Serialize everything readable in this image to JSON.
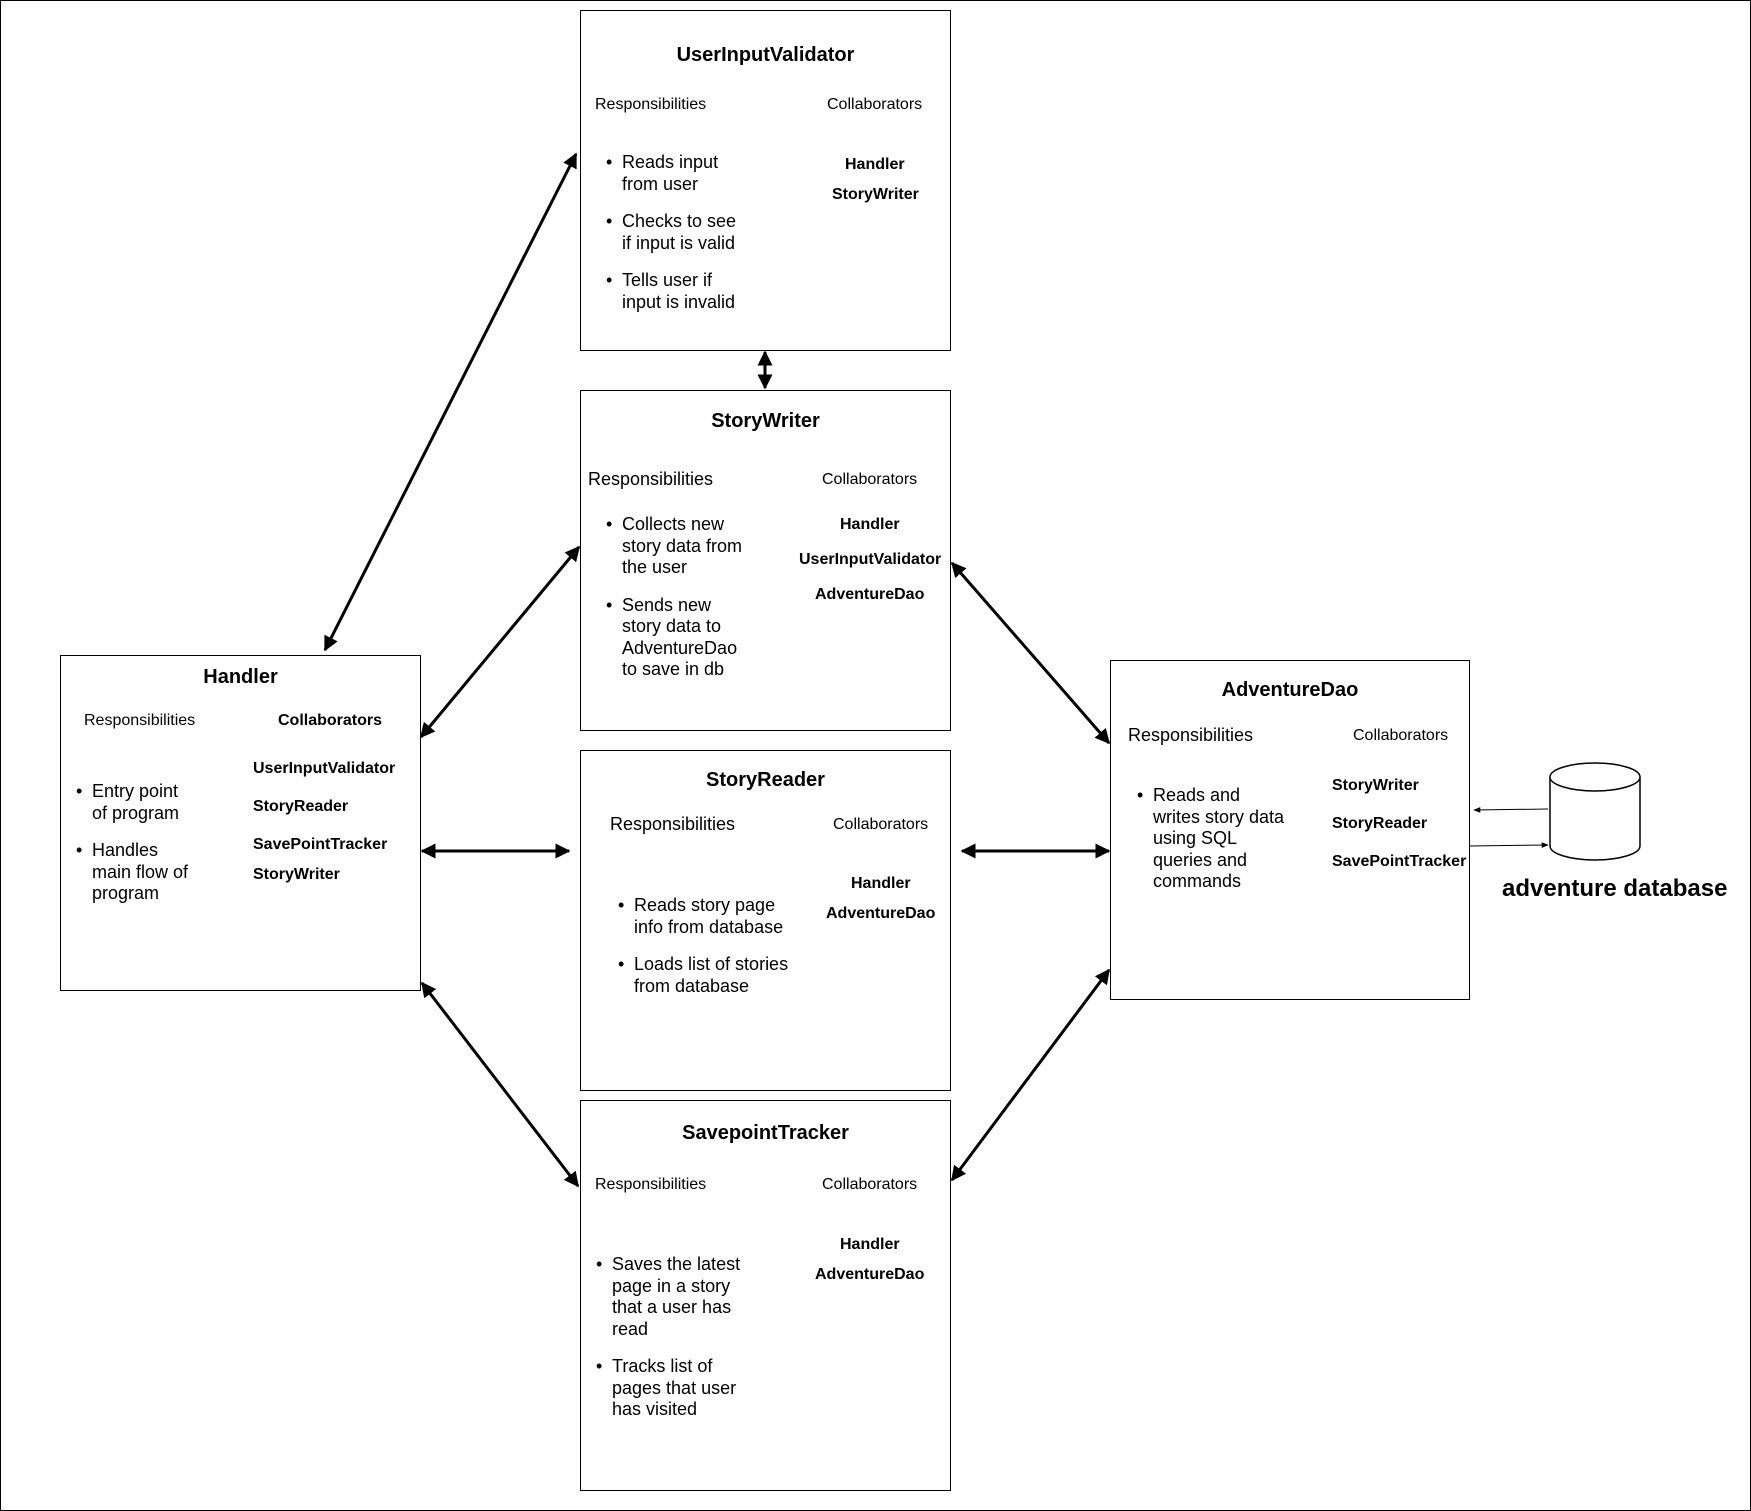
{
  "cards": {
    "user_input_validator": {
      "title": "UserInputValidator",
      "responsibilities_header": "Responsibilities",
      "collaborators_header": "Collaborators",
      "responsibilities": [
        "Reads input from user",
        "Checks to see if input is valid",
        "Tells user if input is invalid"
      ],
      "collaborators": [
        "Handler",
        "StoryWriter"
      ]
    },
    "story_writer": {
      "title": "StoryWriter",
      "responsibilities_header": "Responsibilities",
      "collaborators_header": "Collaborators",
      "responsibilities": [
        "Collects new story data from the user",
        "Sends new story data to AdventureDao to save in db"
      ],
      "collaborators": [
        "Handler",
        "UserInputValidator",
        "AdventureDao"
      ]
    },
    "story_reader": {
      "title": "StoryReader",
      "responsibilities_header": "Responsibilities",
      "collaborators_header": "Collaborators",
      "responsibilities": [
        "Reads story page info from database",
        "Loads list of stories from database"
      ],
      "collaborators": [
        "Handler",
        "AdventureDao"
      ]
    },
    "savepoint_tracker": {
      "title": "SavepointTracker",
      "responsibilities_header": "Responsibilities",
      "collaborators_header": "Collaborators",
      "responsibilities": [
        "Saves the latest page in a story that a user has read",
        "Tracks list of pages that user has visited"
      ],
      "collaborators": [
        "Handler",
        "AdventureDao"
      ]
    },
    "handler": {
      "title": "Handler",
      "responsibilities_header": "Responsibilities",
      "collaborators_header": "Collaborators",
      "responsibilities": [
        "Entry point of program",
        "Handles main flow of program"
      ],
      "collaborators": [
        "UserInputValidator",
        "StoryReader",
        "SavePointTracker",
        "StoryWriter"
      ]
    },
    "adventure_dao": {
      "title": "AdventureDao",
      "responsibilities_header": "Responsibilities",
      "collaborators_header": "Collaborators",
      "responsibilities": [
        "Reads and writes story data using SQL queries and commands"
      ],
      "collaborators": [
        "StoryWriter",
        "StoryReader",
        "SavePointTracker"
      ]
    }
  },
  "database": {
    "label": "adventure database",
    "icon": "database-cylinder-icon"
  },
  "colors": {
    "stroke": "#000000",
    "background": "#ffffff"
  }
}
